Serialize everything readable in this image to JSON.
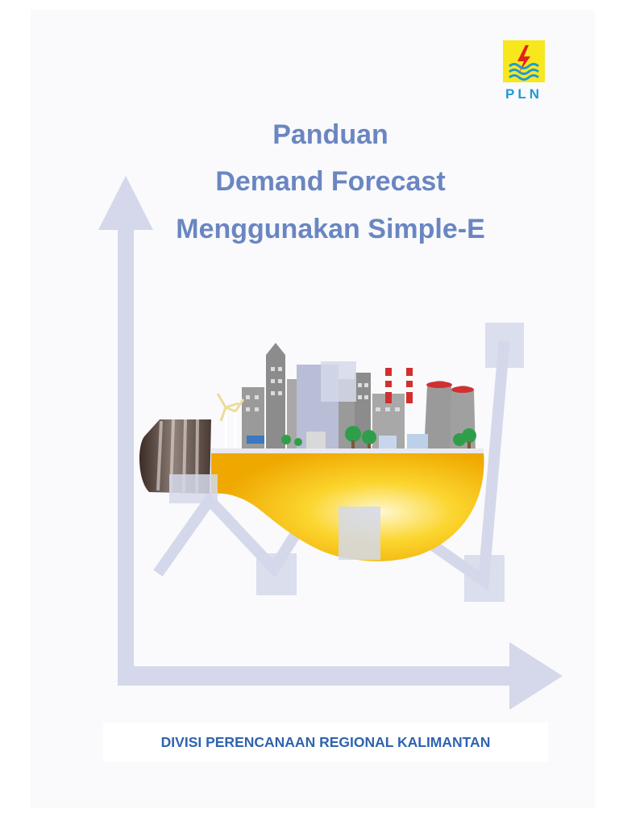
{
  "logo": {
    "text": "PLN",
    "colors": {
      "box": "#f8e71c",
      "bolt": "#e0211c",
      "waves": "#1f9ad6",
      "text": "#1f9ad6"
    }
  },
  "title": {
    "lines": [
      "Panduan",
      "Demand Forecast",
      "Menggunakan Simple-E"
    ],
    "color": "#6a86c2"
  },
  "illustration": {
    "subject": "light bulb with city skyline over rising trend arrows",
    "colors": {
      "arrows": "#d4d8ea",
      "bulb": "#f7c416",
      "buildings": "#9a9a9a",
      "trees": "#2f9e4a"
    }
  },
  "footer": {
    "text": "DIVISI PERENCANAAN REGIONAL KALIMANTAN",
    "color": "#2f63b0"
  }
}
